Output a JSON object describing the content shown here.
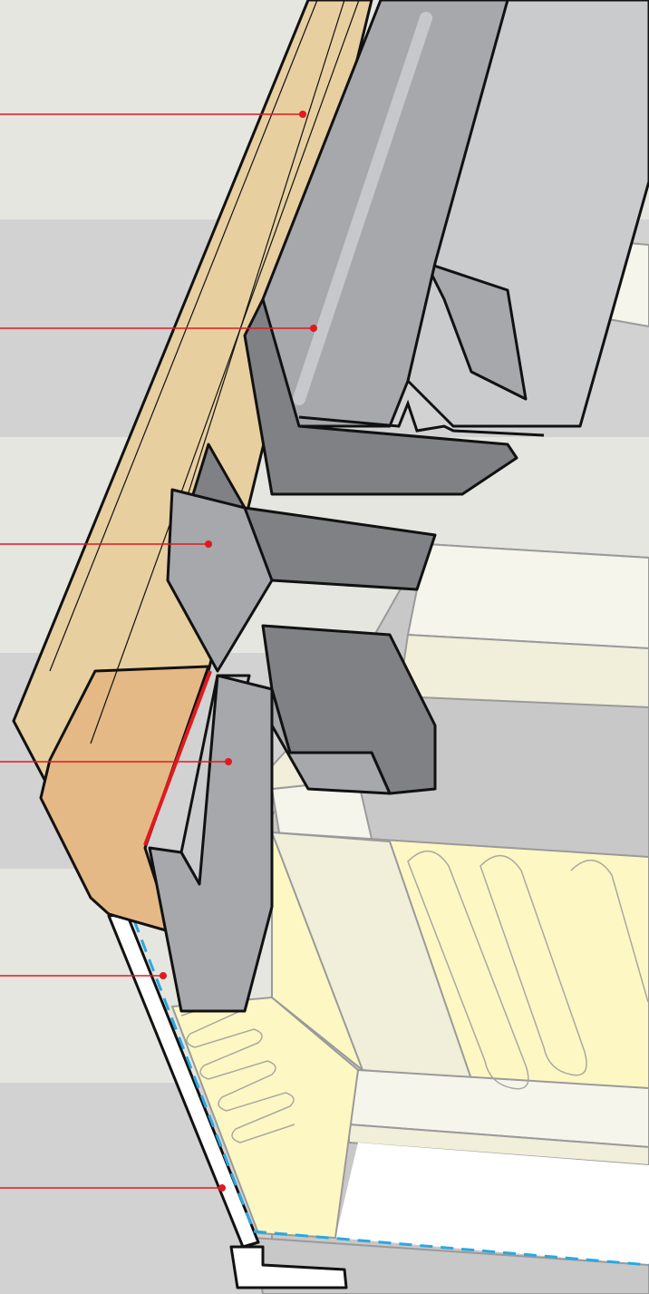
{
  "colors": {
    "band_light": "#e6e6e1",
    "band_dark": "#d2d2d2",
    "wood_light": "#e8cfa0",
    "wood_dark": "#e5b985",
    "metal_light": "#c9cbcd",
    "metal_mid": "#a6a8ab",
    "metal_dark": "#7f8184",
    "seal_red": "#e1191f",
    "leader_red": "#e1191f",
    "membrane_blue": "#29a8e0",
    "insulation_yellow": "#fdf8c3",
    "board_cream": "#f6f5ec",
    "board_beige": "#f1eed9",
    "ceiling_grey": "#c8c8c8"
  },
  "callouts": [
    {
      "name": "wooden-frame"
    },
    {
      "name": "metal-flashing"
    },
    {
      "name": "installation-collar"
    },
    {
      "name": "sealing-strip"
    },
    {
      "name": "vapour-barrier-collar"
    },
    {
      "name": "lining-panel"
    }
  ]
}
